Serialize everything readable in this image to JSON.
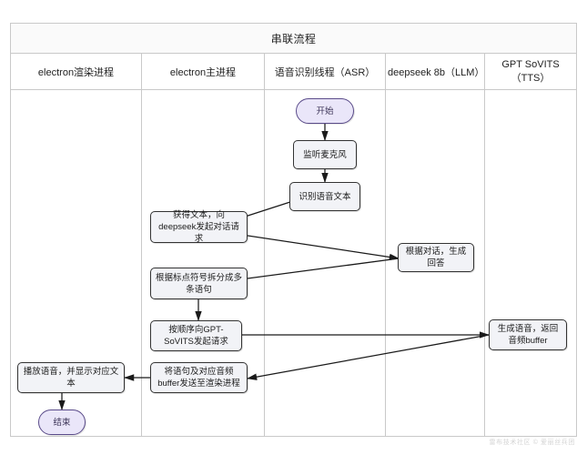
{
  "diagram": {
    "type": "swimlane-flowchart",
    "title": "串联流程",
    "lanes": [
      {
        "id": "renderer",
        "label": "electron渲染进程"
      },
      {
        "id": "main",
        "label": "electron主进程"
      },
      {
        "id": "asr",
        "label": "语音识别线程（ASR）"
      },
      {
        "id": "llm",
        "label": "deepseek 8b（LLM）"
      },
      {
        "id": "tts",
        "label": "GPT SoVITS（TTS）"
      }
    ],
    "nodes": [
      {
        "id": "start",
        "lane": "asr",
        "shape": "terminal",
        "label": "开始"
      },
      {
        "id": "listen",
        "lane": "asr",
        "shape": "process",
        "label": "监听麦克风"
      },
      {
        "id": "recognize",
        "lane": "asr",
        "shape": "process",
        "label": "识别语音文本"
      },
      {
        "id": "request",
        "lane": "main",
        "shape": "process",
        "label": "获得文本，向deepseek发起对话请求"
      },
      {
        "id": "answer",
        "lane": "llm",
        "shape": "process",
        "label": "根据对话，生成回答"
      },
      {
        "id": "split",
        "lane": "main",
        "shape": "process",
        "label": "根据标点符号拆分成多条语句"
      },
      {
        "id": "ttsreq",
        "lane": "main",
        "shape": "process",
        "label": "按顺序向GPT-SoVITS发起请求"
      },
      {
        "id": "ttsgen",
        "lane": "tts",
        "shape": "process",
        "label": "生成语音，返回音频buffer"
      },
      {
        "id": "send",
        "lane": "main",
        "shape": "process",
        "label": "将语句及对应音频buffer发送至渲染进程"
      },
      {
        "id": "play",
        "lane": "renderer",
        "shape": "process",
        "label": "播放语音，并显示对应文本"
      },
      {
        "id": "end",
        "lane": "renderer",
        "shape": "terminal",
        "label": "结束"
      }
    ],
    "edges": [
      {
        "from": "start",
        "to": "listen"
      },
      {
        "from": "listen",
        "to": "recognize"
      },
      {
        "from": "recognize",
        "to": "request"
      },
      {
        "from": "request",
        "to": "answer"
      },
      {
        "from": "answer",
        "to": "split"
      },
      {
        "from": "split",
        "to": "ttsreq"
      },
      {
        "from": "ttsreq",
        "to": "ttsgen"
      },
      {
        "from": "ttsgen",
        "to": "send"
      },
      {
        "from": "send",
        "to": "play"
      },
      {
        "from": "play",
        "to": "end"
      }
    ],
    "colors": {
      "terminal_fill": "#eae6f9",
      "terminal_stroke": "#5a4b8a",
      "process_fill": "#f2f3f7",
      "process_stroke": "#333333",
      "lane_border": "#c9c9c9",
      "title_bg": "#fafafa",
      "edge": "#1a1a1a"
    }
  },
  "watermark": {
    "text": "雷布技术社区 © 爱丽丝兵团"
  }
}
